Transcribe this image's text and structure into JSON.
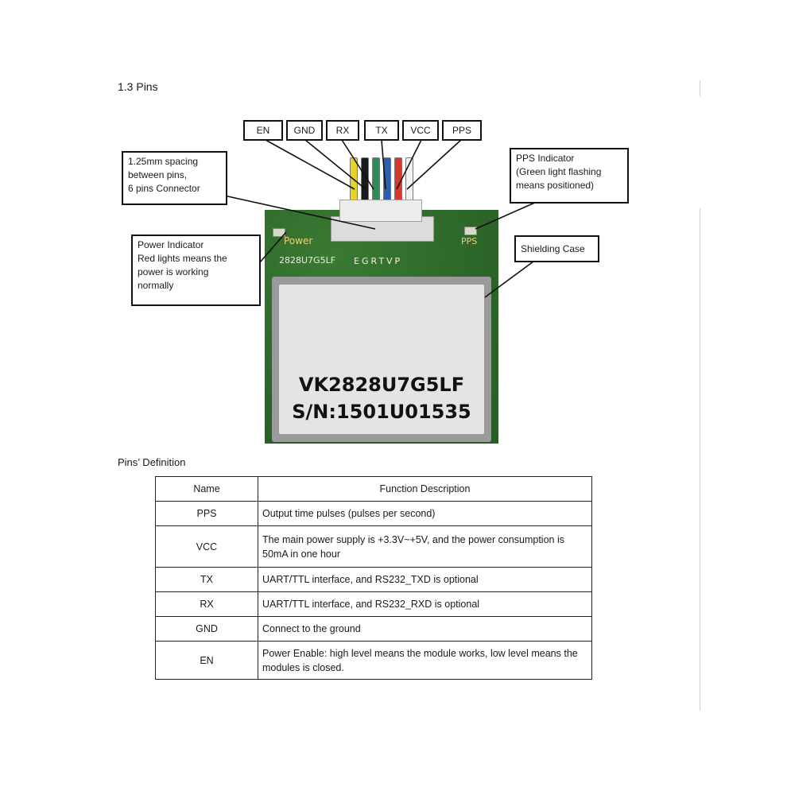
{
  "section_title": "1.3 Pins",
  "pin_labels": [
    "EN",
    "GND",
    "RX",
    "TX",
    "VCC",
    "PPS"
  ],
  "callouts": {
    "spacing": "1.25mm spacing\nbetween pins,\n6 pins Connector",
    "pps_indicator": "PPS Indicator\n(Green light flashing\nmeans positioned)",
    "power_indicator": "Power Indicator\nRed lights means the\npower is working\nnormally",
    "shielding": "Shielding Case"
  },
  "board": {
    "silk_power": "Power",
    "silk_pps": "PPS",
    "part_number": "2828U7G5LF",
    "pin_letters": "EGRTVP",
    "label_model": "VK2828U7G5LF",
    "label_sn": "S/N:1501U01535"
  },
  "wire_colors": [
    "#e9d227",
    "#1a1a1a",
    "#2e8b57",
    "#2b5fb0",
    "#d63a2c",
    "#f2f2f2"
  ],
  "pins_definition_title": "Pins’ Definition",
  "table": {
    "headers": [
      "Name",
      "Function Description"
    ],
    "rows": [
      {
        "name": "PPS",
        "desc": "Output time pulses (pulses per second)"
      },
      {
        "name": "VCC",
        "desc": "The main power supply is +3.3V~+5V, and the power consumption is 50mA in one hour"
      },
      {
        "name": "TX",
        "desc": "UART/TTL interface, and RS232_TXD is optional"
      },
      {
        "name": "RX",
        "desc": "UART/TTL interface, and RS232_RXD is optional"
      },
      {
        "name": "GND",
        "desc": "Connect to the ground"
      },
      {
        "name": "EN",
        "desc": "Power Enable: high level means the module works, low level means the modules is closed."
      }
    ]
  }
}
